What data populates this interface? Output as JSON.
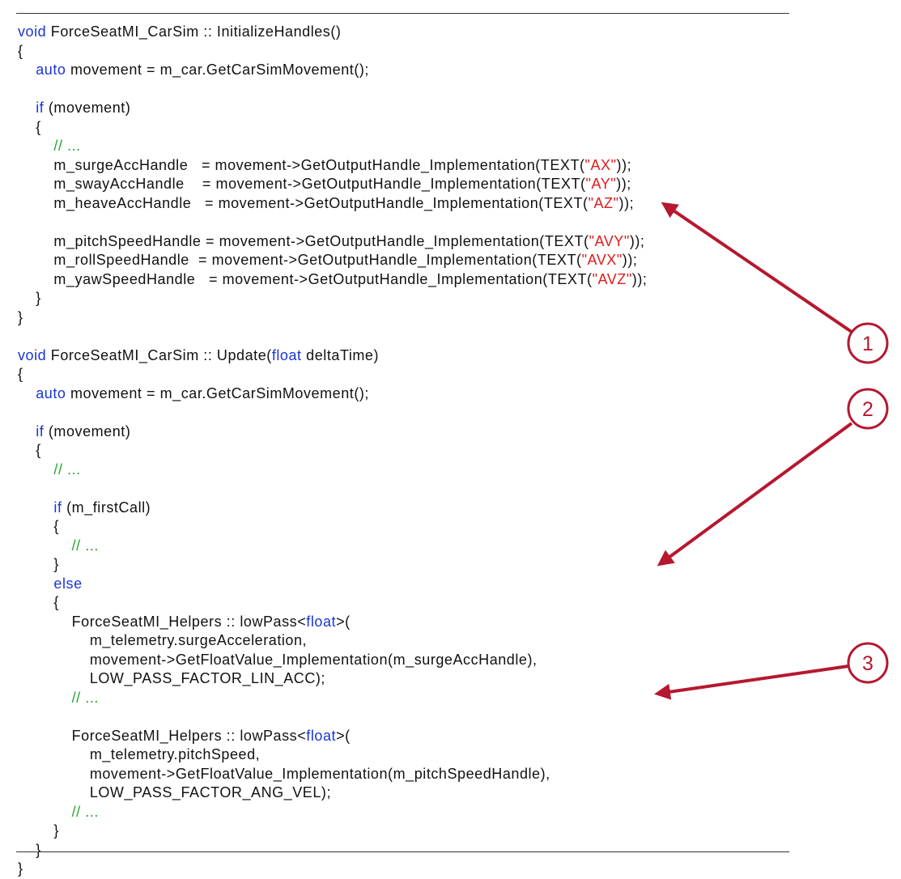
{
  "code": {
    "lines": [
      [
        {
          "t": "void",
          "c": "kw"
        },
        {
          "t": " ForceSeatMI_CarSim :: InitializeHandles()"
        }
      ],
      [
        {
          "t": "{"
        }
      ],
      [
        {
          "t": "    "
        },
        {
          "t": "auto",
          "c": "kw"
        },
        {
          "t": " movement = m_car.GetCarSimMovement();"
        }
      ],
      [],
      [
        {
          "t": "    "
        },
        {
          "t": "if",
          "c": "kw"
        },
        {
          "t": " (movement)"
        }
      ],
      [
        {
          "t": "    {"
        }
      ],
      [
        {
          "t": "        "
        },
        {
          "t": "// ...",
          "c": "cm"
        }
      ],
      [
        {
          "t": "        m_surgeAccHandle   = movement->GetOutputHandle_Implementation(TEXT("
        },
        {
          "t": "\"AX\"",
          "c": "str"
        },
        {
          "t": "));"
        }
      ],
      [
        {
          "t": "        m_swayAccHandle    = movement->GetOutputHandle_Implementation(TEXT("
        },
        {
          "t": "\"AY\"",
          "c": "str"
        },
        {
          "t": "));"
        }
      ],
      [
        {
          "t": "        m_heaveAccHandle   = movement->GetOutputHandle_Implementation(TEXT("
        },
        {
          "t": "\"AZ\"",
          "c": "str"
        },
        {
          "t": "));"
        }
      ],
      [],
      [
        {
          "t": "        m_pitchSpeedHandle = movement->GetOutputHandle_Implementation(TEXT("
        },
        {
          "t": "\"AVY\"",
          "c": "str"
        },
        {
          "t": "));"
        }
      ],
      [
        {
          "t": "        m_rollSpeedHandle  = movement->GetOutputHandle_Implementation(TEXT("
        },
        {
          "t": "\"AVX\"",
          "c": "str"
        },
        {
          "t": "));"
        }
      ],
      [
        {
          "t": "        m_yawSpeedHandle   = movement->GetOutputHandle_Implementation(TEXT("
        },
        {
          "t": "\"AVZ\"",
          "c": "str"
        },
        {
          "t": "));"
        }
      ],
      [
        {
          "t": "    }"
        }
      ],
      [
        {
          "t": "}"
        }
      ],
      [],
      [
        {
          "t": "void",
          "c": "kw"
        },
        {
          "t": " ForceSeatMI_CarSim :: Update("
        },
        {
          "t": "float",
          "c": "kw"
        },
        {
          "t": " deltaTime)"
        }
      ],
      [
        {
          "t": "{"
        }
      ],
      [
        {
          "t": "    "
        },
        {
          "t": "auto",
          "c": "kw"
        },
        {
          "t": " movement = m_car.GetCarSimMovement();"
        }
      ],
      [],
      [
        {
          "t": "    "
        },
        {
          "t": "if",
          "c": "kw"
        },
        {
          "t": " (movement)"
        }
      ],
      [
        {
          "t": "    {"
        }
      ],
      [
        {
          "t": "        "
        },
        {
          "t": "// ...",
          "c": "cm"
        }
      ],
      [],
      [
        {
          "t": "        "
        },
        {
          "t": "if",
          "c": "kw"
        },
        {
          "t": " (m_firstCall)"
        }
      ],
      [
        {
          "t": "        {"
        }
      ],
      [
        {
          "t": "            "
        },
        {
          "t": "// ...",
          "c": "cm"
        }
      ],
      [
        {
          "t": "        }"
        }
      ],
      [
        {
          "t": "        "
        },
        {
          "t": "else",
          "c": "kw"
        }
      ],
      [
        {
          "t": "        {"
        }
      ],
      [
        {
          "t": "            ForceSeatMI_Helpers :: lowPass<"
        },
        {
          "t": "float",
          "c": "kw"
        },
        {
          "t": ">("
        }
      ],
      [
        {
          "t": "                m_telemetry.surgeAcceleration,"
        }
      ],
      [
        {
          "t": "                movement->GetFloatValue_Implementation(m_surgeAccHandle),"
        }
      ],
      [
        {
          "t": "                LOW_PASS_FACTOR_LIN_ACC);"
        }
      ],
      [
        {
          "t": "            "
        },
        {
          "t": "// ...",
          "c": "cm"
        }
      ],
      [],
      [
        {
          "t": "            ForceSeatMI_Helpers :: lowPass<"
        },
        {
          "t": "float",
          "c": "kw"
        },
        {
          "t": ">("
        }
      ],
      [
        {
          "t": "                m_telemetry.pitchSpeed,"
        }
      ],
      [
        {
          "t": "                movement->GetFloatValue_Implementation(m_pitchSpeedHandle),"
        }
      ],
      [
        {
          "t": "                LOW_PASS_FACTOR_ANG_VEL);"
        }
      ],
      [
        {
          "t": "            "
        },
        {
          "t": "// ...",
          "c": "cm"
        }
      ],
      [
        {
          "t": "        }"
        }
      ],
      [
        {
          "t": "    }"
        }
      ],
      [
        {
          "t": "}"
        }
      ]
    ]
  },
  "callouts": [
    {
      "label": "1"
    },
    {
      "label": "2"
    },
    {
      "label": "3"
    }
  ],
  "colors": {
    "keyword": "#1a35d6",
    "comment": "#25a52a",
    "string": "#e01c1c",
    "text": "#111111",
    "callout": "#b5182f"
  }
}
